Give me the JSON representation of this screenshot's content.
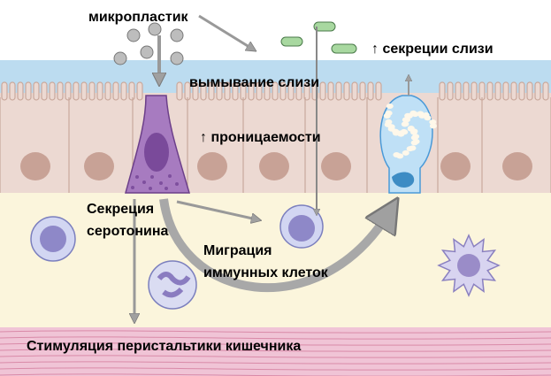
{
  "labels": {
    "microplastic": "микропластик",
    "mucus_washout": "вымывание слизи",
    "mucus_secretion": "↑ секреции слизи",
    "permeability": "↑ проницаемости",
    "serotonin_line1": "Секреция",
    "serotonin_line2": "серотонина",
    "immune_line1": "Миграция",
    "immune_line2": "иммунных клеток",
    "peristalsis": "Стимуляция перистальтики кишечника"
  },
  "colors": {
    "mucus": "#bcdcf0",
    "epithelium": "#ecd9d2",
    "nucleus": "#c8a296",
    "lamina": "#fbf5dc",
    "muscle": "#f0c4d6",
    "enteroendocrine": "#9c6cb4",
    "goblet": "#8cc4ec",
    "arrow": "#9a9a9a"
  }
}
